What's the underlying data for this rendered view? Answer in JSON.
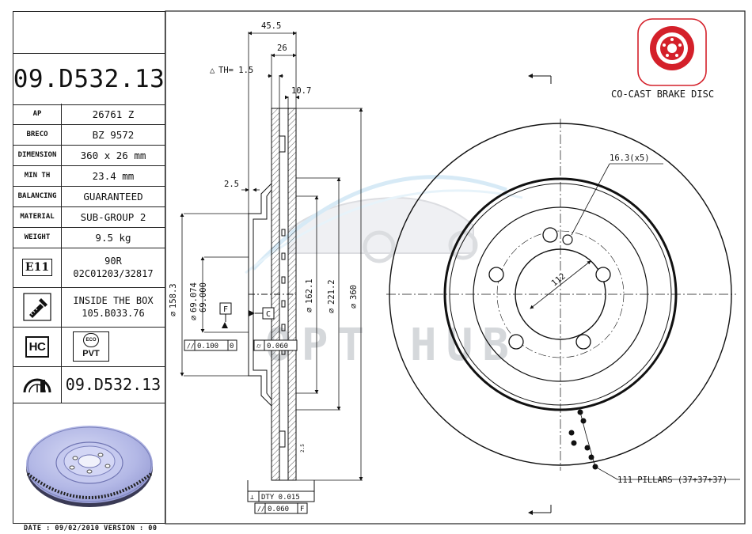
{
  "part_number": "09.D532.13",
  "specs": [
    {
      "key": "AP",
      "value": "26761 Z"
    },
    {
      "key": "BRECO",
      "value": "BZ 9572"
    },
    {
      "key": "DIMENSION",
      "value": "360 x 26 mm"
    },
    {
      "key": "MIN TH",
      "value": "23.4 mm"
    },
    {
      "key": "BALANCING",
      "value": "GUARANTEED"
    },
    {
      "key": "MATERIAL",
      "value": "SUB-GROUP 2"
    },
    {
      "key": "WEIGHT",
      "value": "9.5 kg"
    }
  ],
  "approval": {
    "badge": "E11",
    "line1": "90R",
    "line2": "02C01203/32817"
  },
  "inside_box": {
    "line1": "INSIDE THE BOX",
    "line2": "105.B033.76"
  },
  "badges": {
    "hc": "HC",
    "pvt": "PVT",
    "pvt_top": "ECO"
  },
  "ref_number": "09.D532.13",
  "date_line": "DATE : 09/02/2010 VERSION : 00",
  "title": "CO-CAST BRAKE DISC",
  "dims": {
    "d45": "45.5",
    "d26": "26",
    "th": "TH= 1.5",
    "d107": "10.7",
    "d25": "2.5",
    "d1583": "158.3",
    "d69074": "69.074",
    "d69000": "69.000",
    "d1621": "162.1",
    "d2212": "221.2",
    "d360": "360",
    "tol1": "0.100",
    "tol1_ref": "0",
    "tol2": "0.060",
    "dty": "DTY 0.015",
    "tol3": "0.060",
    "tol3_ref": "F",
    "F": "F",
    "C": "C",
    "small": "2.5",
    "bolt_hole": "16.3(x5)",
    "pcd": "112",
    "pillars": "111 PILLARS (37+37+37)"
  },
  "watermark": "OPT HUB",
  "colors": {
    "accent": "#d4202a",
    "line": "#1a1a1a",
    "watermark": "#c8cbd0",
    "disc": "#a9aee0"
  }
}
